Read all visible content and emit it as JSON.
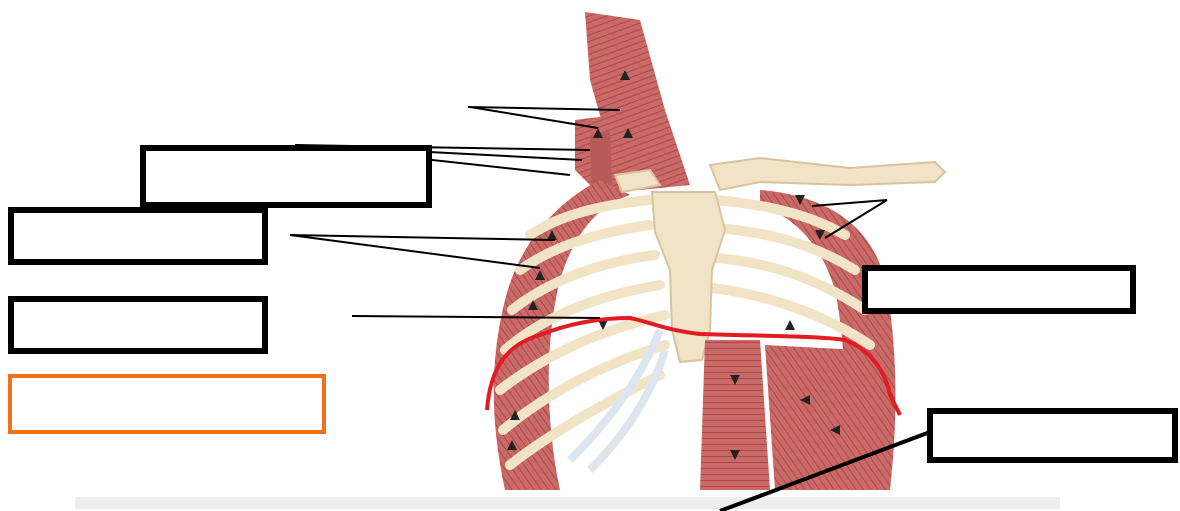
{
  "diagram": {
    "subject": "thorax-respiratory-muscles",
    "colors": {
      "muscle": "#c96a67",
      "muscle_dark": "#a9484a",
      "bone": "#f1e3c6",
      "cartilage": "#dde6ee",
      "diaphragm_outline": "#e31b23",
      "box_border": "#000000",
      "box_border_highlight": "#f26f1c",
      "leader_line": "#000000"
    },
    "label_boxes": [
      {
        "id": "box-1",
        "text": ""
      },
      {
        "id": "box-2",
        "text": ""
      },
      {
        "id": "box-3",
        "text": ""
      },
      {
        "id": "box-4",
        "text": "",
        "highlighted": true
      },
      {
        "id": "box-5",
        "text": ""
      },
      {
        "id": "box-6",
        "text": ""
      }
    ]
  }
}
